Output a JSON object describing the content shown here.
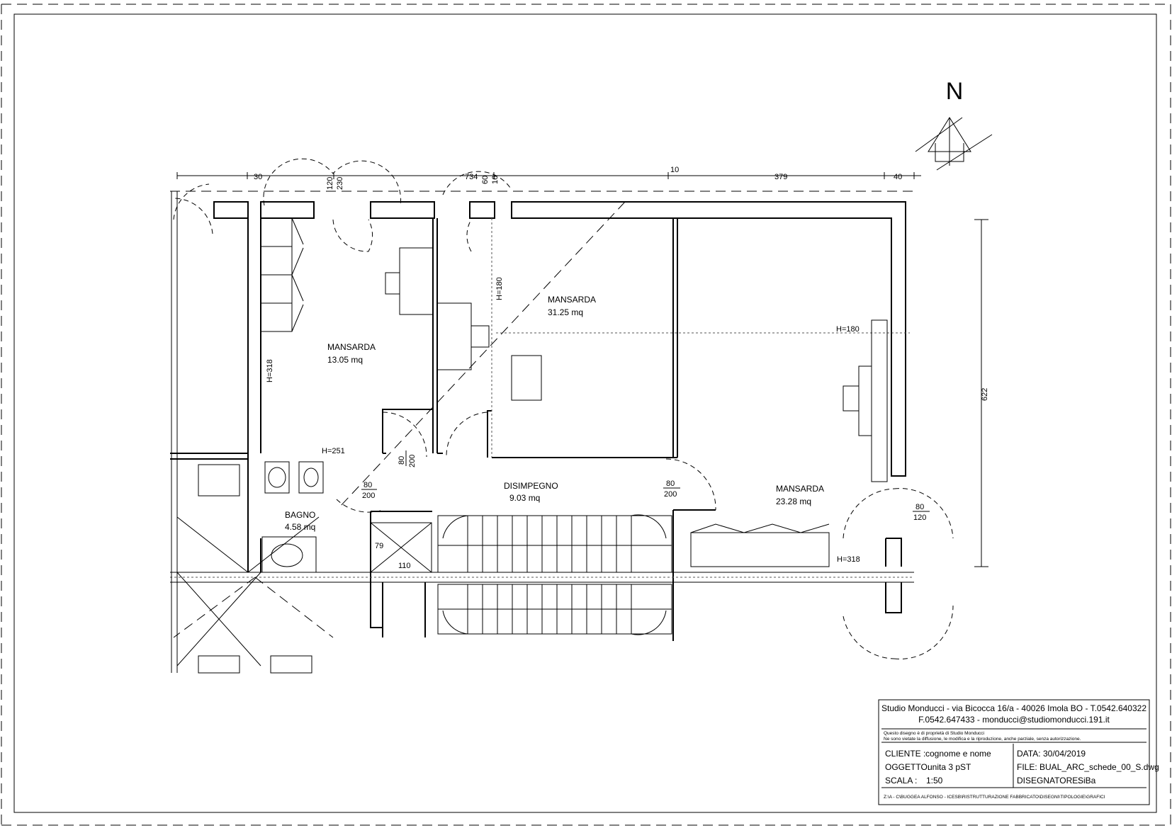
{
  "north_label": "N",
  "rooms": {
    "mansarda_west": {
      "name": "MANSARDA",
      "area": "13.05 mq"
    },
    "mansarda_center": {
      "name": "MANSARDA",
      "area": "31.25 mq"
    },
    "mansarda_east": {
      "name": "MANSARDA",
      "area": "23.28 mq"
    },
    "disimpegno": {
      "name": "DISIMPEGNO",
      "area": "9.03 mq"
    },
    "bagno": {
      "name": "BAGNO",
      "area": "4.58 mq"
    }
  },
  "heights": {
    "h318_vertical": "H=318",
    "h180_vertical": "H=180",
    "h180_east": "H=180",
    "h251": "H=251",
    "h318_east": "H=318"
  },
  "dimensions": {
    "d30": "30",
    "d120": "120",
    "d230": "230",
    "d734": "734",
    "d60": "60",
    "d16": "16",
    "d10": "10",
    "d379": "379",
    "d40": "40",
    "d622": "622"
  },
  "doors": {
    "door_bagno": {
      "width": "80",
      "height": "200"
    },
    "door_mansarda_west": {
      "width": "80",
      "height": "200"
    },
    "door_mansarda_east": {
      "width": "80",
      "height": "200"
    },
    "door_exterior": {
      "width": "80",
      "height": "120"
    }
  },
  "fixtures": {
    "shower_small_1": "79",
    "shower_small_2": "110"
  },
  "title_block": {
    "studio_line1": "Studio Monducci - via Bicocca 16/a - 40026 Imola BO - T.0542.640322",
    "studio_line2": "F.0542.647433 - monducci@studiomonducci.191.it",
    "notice_line1": "Questo disegno è di proprietà di Studio Monducci",
    "notice_line2": "Ne sono vietate la diffusione, le modifica e la riproduzione, anche parziale, senza autorizzazione.",
    "cliente_label": "CLIENTE :",
    "cliente_value": "cognome e nome",
    "oggetto_label": "OGGETTO:",
    "oggetto_value": "unita 3 pST",
    "scala_label": "SCALA  :",
    "scala_value": "1:50",
    "data_label": "DATA:",
    "data_value": "30/04/2019",
    "file_label": "FILE:",
    "file_value": "BUAL_ARC_schede_00_S.dwg",
    "disegnatore_label": "DISEGNATORE:",
    "disegnatore_value": "SiBa",
    "path": "Z:\\A - C\\BUGGEA ALFONSO - ICESB\\RISTRUTTURAZIONE FABBRICATO\\DISEGNI\\TIPOLOGIE\\GRAFICI"
  }
}
